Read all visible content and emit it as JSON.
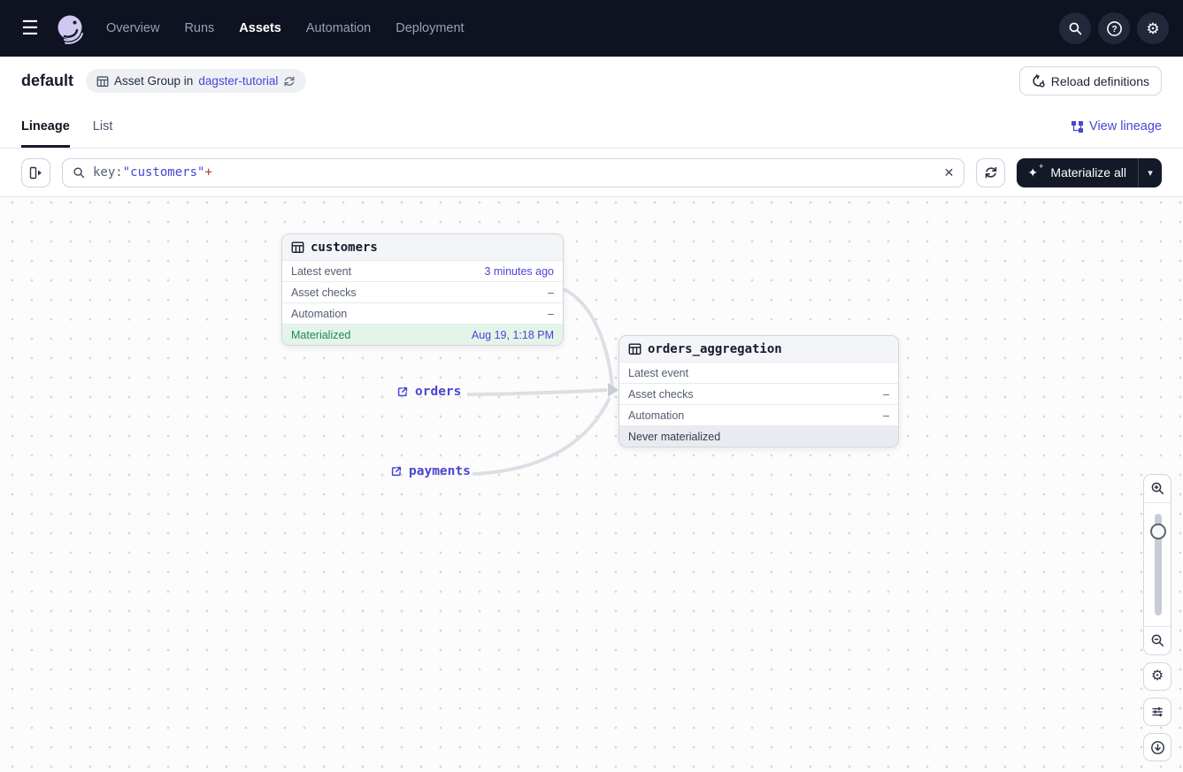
{
  "colors": {
    "nav_bg": "#0e1221",
    "accent_link": "#4846d4",
    "dark_button": "#141928",
    "materialized_green": "#1e8a50",
    "materialized_bg": "#e4f4e9",
    "query_plus_red": "#b0392e",
    "edge_gray": "#dcdfe6"
  },
  "icons": {
    "menu": "☰",
    "clear": "✕",
    "caret_down": "▾",
    "gear": "⚙",
    "sparkle": "✦",
    "sparkle_plus": "+"
  },
  "topnav": {
    "items": [
      {
        "label": "Overview"
      },
      {
        "label": "Runs"
      },
      {
        "label": "Assets",
        "active": true
      },
      {
        "label": "Automation"
      },
      {
        "label": "Deployment"
      }
    ]
  },
  "header": {
    "title": "default",
    "badge_prefix": "Asset Group in",
    "badge_link": "dagster-tutorial",
    "reload_button": "Reload definitions"
  },
  "tabs": {
    "items": [
      {
        "label": "Lineage",
        "active": true
      },
      {
        "label": "List"
      }
    ],
    "view_lineage": "View lineage"
  },
  "toolbar": {
    "query": {
      "field": "key:",
      "value": "\"customers\"",
      "suffix": "+"
    },
    "materialize_label": "Materialize all"
  },
  "graph": {
    "nodes": [
      {
        "title": "customers",
        "rows": [
          {
            "label": "Latest event",
            "value": "3 minutes ago"
          },
          {
            "label": "Asset checks",
            "value": "–"
          },
          {
            "label": "Automation",
            "value": "–"
          },
          {
            "label": "Materialized",
            "value": "Aug 19, 1:18 PM"
          }
        ]
      },
      {
        "title": "orders_aggregation",
        "rows": [
          {
            "label": "Latest event",
            "value": ""
          },
          {
            "label": "Asset checks",
            "value": "–"
          },
          {
            "label": "Automation",
            "value": "–"
          },
          {
            "label": "Never materialized",
            "value": ""
          }
        ]
      }
    ],
    "external_assets": [
      {
        "label": "orders"
      },
      {
        "label": "payments"
      }
    ]
  }
}
